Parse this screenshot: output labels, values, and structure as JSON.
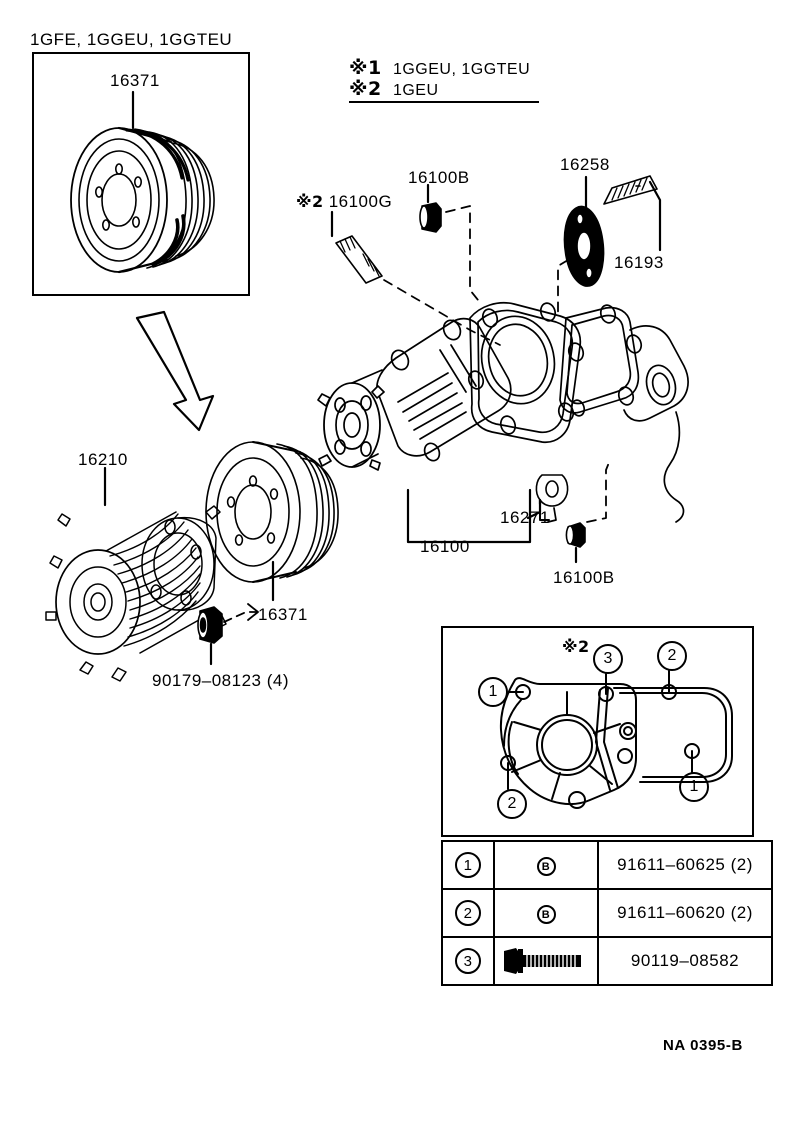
{
  "diagram": {
    "reference_code": "NA 0395-B",
    "inset_top_left_title": "1GFE, 1GGEU, 1GGTEU",
    "inset_top_left_part": "16371",
    "legend": [
      {
        "mark": "※1",
        "text": "1GGEU, 1GGTEU"
      },
      {
        "mark": "※2",
        "text": "1GEU"
      }
    ],
    "labels": [
      {
        "id": "label-16100g",
        "mark": "※2",
        "text": "16100G"
      },
      {
        "id": "label-16100b-top",
        "text": "16100B"
      },
      {
        "id": "label-16258",
        "text": "16258"
      },
      {
        "id": "label-16193",
        "text": "16193"
      },
      {
        "id": "label-16210",
        "text": "16210"
      },
      {
        "id": "label-16371-lower",
        "text": "16371"
      },
      {
        "id": "label-90179",
        "text": "90179–08123 (4)"
      },
      {
        "id": "label-16271",
        "text": "16271"
      },
      {
        "id": "label-16100",
        "text": "16100"
      },
      {
        "id": "label-16100b-bottom",
        "text": "16100B"
      }
    ],
    "inset_bottom": {
      "mark": "※2",
      "callouts": [
        "1",
        "3",
        "2",
        "2",
        "1"
      ]
    },
    "table": {
      "rows": [
        {
          "num": "1",
          "icon": "B",
          "icon_type": "circled-b",
          "part_no": "91611–60625 (2)"
        },
        {
          "num": "2",
          "icon": "B",
          "icon_type": "circled-b",
          "part_no": "91611–60620 (2)"
        },
        {
          "num": "3",
          "icon": "",
          "icon_type": "flange-bolt",
          "part_no": "90119–08582"
        }
      ]
    }
  }
}
